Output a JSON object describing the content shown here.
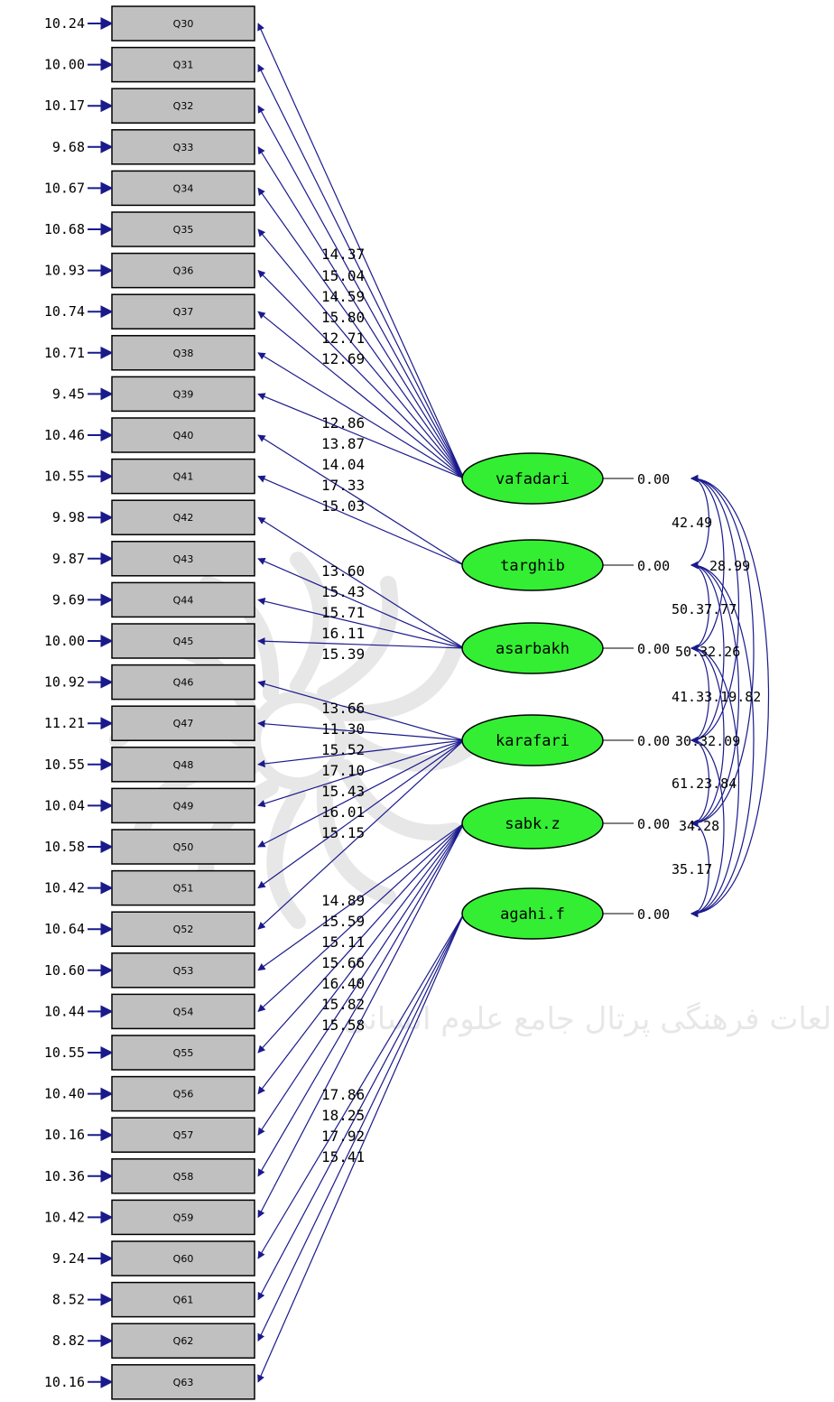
{
  "colors": {
    "line": "#1a1a8c",
    "box_fill": "#c0c0c0",
    "box_stroke": "#000000",
    "factor_fill": "#33ee33",
    "text": "#000000",
    "watermark": "#bdbdbd"
  },
  "items": [
    {
      "name": "Q30",
      "error": "10.24"
    },
    {
      "name": "Q31",
      "error": "10.00"
    },
    {
      "name": "Q32",
      "error": "10.17"
    },
    {
      "name": "Q33",
      "error": "9.68"
    },
    {
      "name": "Q34",
      "error": "10.67"
    },
    {
      "name": "Q35",
      "error": "10.68"
    },
    {
      "name": "Q36",
      "error": "10.93"
    },
    {
      "name": "Q37",
      "error": "10.74"
    },
    {
      "name": "Q38",
      "error": "10.71"
    },
    {
      "name": "Q39",
      "error": "9.45"
    },
    {
      "name": "Q40",
      "error": "10.46"
    },
    {
      "name": "Q41",
      "error": "10.55"
    },
    {
      "name": "Q42",
      "error": "9.98"
    },
    {
      "name": "Q43",
      "error": "9.87"
    },
    {
      "name": "Q44",
      "error": "9.69"
    },
    {
      "name": "Q45",
      "error": "10.00"
    },
    {
      "name": "Q46",
      "error": "10.92"
    },
    {
      "name": "Q47",
      "error": "11.21"
    },
    {
      "name": "Q48",
      "error": "10.55"
    },
    {
      "name": "Q49",
      "error": "10.04"
    },
    {
      "name": "Q50",
      "error": "10.58"
    },
    {
      "name": "Q51",
      "error": "10.42"
    },
    {
      "name": "Q52",
      "error": "10.64"
    },
    {
      "name": "Q53",
      "error": "10.60"
    },
    {
      "name": "Q54",
      "error": "10.44"
    },
    {
      "name": "Q55",
      "error": "10.55"
    },
    {
      "name": "Q56",
      "error": "10.40"
    },
    {
      "name": "Q57",
      "error": "10.16"
    },
    {
      "name": "Q58",
      "error": "10.36"
    },
    {
      "name": "Q59",
      "error": "10.42"
    },
    {
      "name": "Q60",
      "error": "9.24"
    },
    {
      "name": "Q61",
      "error": "8.52"
    },
    {
      "name": "Q62",
      "error": "8.82"
    },
    {
      "name": "Q63",
      "error": "10.16"
    }
  ],
  "factors": [
    {
      "name": "vafadari",
      "variance": "0.00",
      "items": [
        0,
        1,
        2,
        3,
        4,
        5,
        6,
        7,
        8,
        9
      ],
      "loadings": [
        "14.37",
        "15.04",
        "14.59",
        "15.80",
        "12.71",
        "12.69",
        "12.86",
        "13.87",
        "14.04",
        "17.33"
      ]
    },
    {
      "name": "targhib",
      "variance": "0.00",
      "items": [
        10,
        11
      ],
      "loadings": [
        "15.03",
        "13.60"
      ]
    },
    {
      "name": "asarbakh",
      "variance": "0.00",
      "items": [
        12,
        13,
        14,
        15
      ],
      "loadings": [
        "15.43",
        "15.71",
        "16.11",
        "15.39"
      ]
    },
    {
      "name": "karafari",
      "variance": "0.00",
      "items": [
        16,
        17,
        18,
        19,
        20,
        21,
        22
      ],
      "loadings": [
        "13.66",
        "11.30",
        "15.52",
        "17.10",
        "15.43",
        "16.01",
        "15.15"
      ]
    },
    {
      "name": "sabk.z",
      "variance": "0.00",
      "items": [
        23,
        24,
        25,
        26,
        27,
        28,
        29
      ],
      "loadings": [
        "14.89",
        "15.59",
        "15.11",
        "15.66",
        "16.40",
        "15.82",
        "15.58"
      ]
    },
    {
      "name": "agahi.f",
      "variance": "0.00",
      "items": [
        30,
        31,
        32,
        33
      ],
      "loadings": [
        "17.86",
        "18.25",
        "17.92",
        "15.41"
      ]
    }
  ],
  "loading_label_lines": [
    "14.37",
    "15.04",
    "14.59",
    "15.80",
    "12.71",
    "12.69",
    "12.86",
    "13.87",
    "14.04",
    "17.33",
    "15.03",
    "13.60",
    "15.43",
    "15.71",
    "16.11",
    "15.39",
    "13.66",
    "11.30",
    "15.52",
    "17.10",
    "15.43",
    "16.01",
    "15.15",
    "14.89",
    "15.59",
    "15.11",
    "15.66",
    "16.40",
    "15.82",
    "15.58",
    "17.86",
    "18.25",
    "17.92",
    "15.41"
  ],
  "covariance_label_lines": [
    "42.49",
    "28.99",
    "50.37.77",
    "50.32.26",
    "41.33.19.82",
    "30.32.09",
    "61.23.84",
    "34.28",
    "35.17"
  ],
  "covariances": [
    {
      "from": "vafadari",
      "to": "targhib",
      "value": "42.49"
    },
    {
      "from": "targhib",
      "to": "asarbakh",
      "value": "50.37"
    },
    {
      "from": "asarbakh",
      "to": "karafari",
      "value": "41.33"
    },
    {
      "from": "karafari",
      "to": "sabk.z",
      "value": "61.23"
    },
    {
      "from": "sabk.z",
      "to": "agahi.f",
      "value": "35.17"
    }
  ],
  "watermark_text": "پژوهشگاه علوم انسانی و مطالعات فرهنگی پرتال جامع علوم انسانی"
}
